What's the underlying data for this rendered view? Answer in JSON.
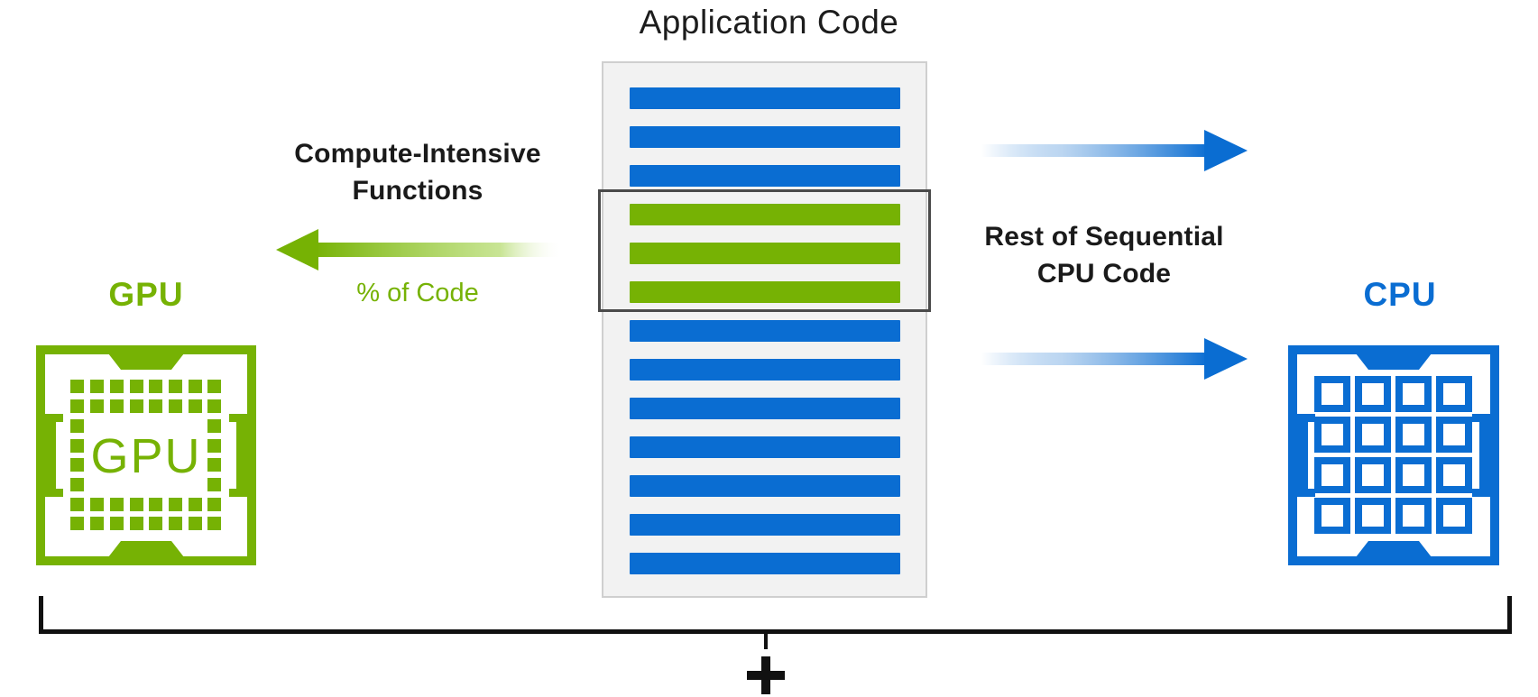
{
  "title": "Application Code",
  "colors": {
    "green": "#76b204",
    "blue": "#0a6dd2",
    "panel_bg": "#f2f2f2",
    "panel_border": "#cfcfcf",
    "highlight_border": "#4a4a4a",
    "text_dark": "#1a1a1a",
    "bracket": "#111111"
  },
  "code_block": {
    "bars": [
      "blue",
      "blue",
      "blue",
      "green",
      "green",
      "green",
      "blue",
      "blue",
      "blue",
      "blue",
      "blue",
      "blue",
      "blue"
    ],
    "highlighted_rows": [
      4,
      5,
      6
    ]
  },
  "left": {
    "label_line1": "Compute-Intensive",
    "label_line2": "Functions",
    "arrow_caption": "% of Code",
    "arrow_direction": "left",
    "chip_label": "GPU",
    "chip_inner_label": "GPU"
  },
  "right": {
    "label_line1": "Rest of Sequential",
    "label_line2": "CPU Code",
    "arrow_direction": "right",
    "chip_label": "CPU"
  },
  "bottom": {
    "plus_symbol": "+"
  }
}
